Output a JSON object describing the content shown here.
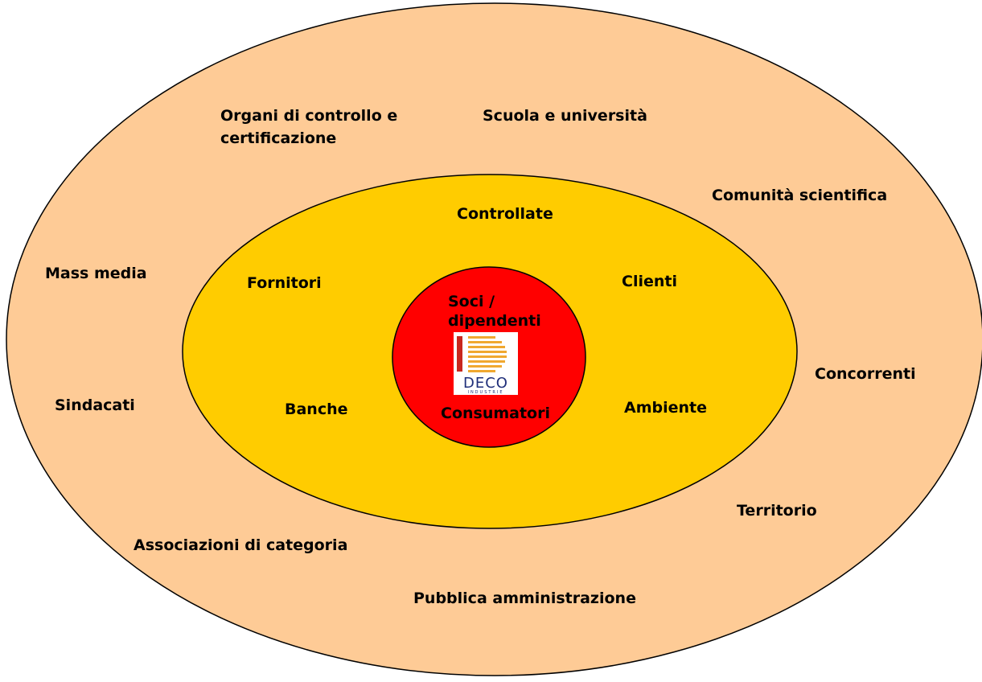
{
  "colors": {
    "outer_ring": "#fecb96",
    "middle_ring": "#ffcc00",
    "inner_core": "#ff0000",
    "outline": "#000000",
    "logo_blue": "#1f2f7a",
    "logo_red": "#c8281e",
    "logo_orange": "#f0a830"
  },
  "rings": {
    "core": {
      "line1": "Soci /",
      "line2": "dipendenti",
      "bottom": "Consumatori"
    },
    "middle": {
      "top": "Controllate",
      "upper_left": "Fornitori",
      "upper_right": "Clienti",
      "lower_left": "Banche",
      "lower_right": "Ambiente"
    },
    "outer": {
      "organi_line1": "Organi di controllo e",
      "organi_line2": "certificazione",
      "scuola": "Scuola e università",
      "comunita": "Comunità scientifica",
      "mass_media": "Mass media",
      "concorrenti": "Concorrenti",
      "sindacati": "Sindacati",
      "territorio": "Territorio",
      "associazioni": "Associazioni di categoria",
      "pubblica": "Pubblica amministrazione"
    }
  },
  "logo": {
    "icon": "deco-industrie-logo",
    "name": "DECO",
    "subtitle": "INDUSTRIE"
  }
}
